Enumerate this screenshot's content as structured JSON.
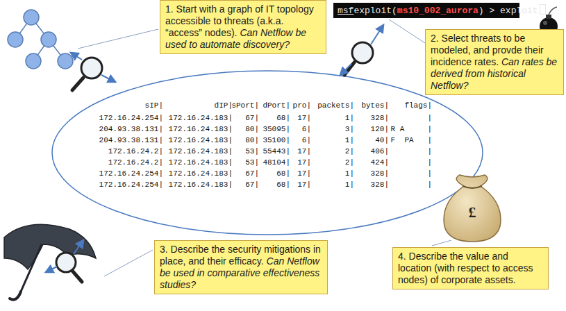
{
  "diagram": {
    "nodes": [
      {
        "text": [
          "1. Start with a graph of IT topology accessible to threats (a.k.a. “access” nodes).",
          "Can Netflow be used to automate discovery?"
        ]
      },
      {
        "text": [
          "2. Select threats to be modeled, and provde their incidence rates.",
          "Can rates be derived from historical Netflow?"
        ]
      },
      {
        "text": [
          "3. Describe the security mitigations in place, and their efficacy.",
          "Can Netflow be used in comparative effectiveness studies?"
        ]
      },
      {
        "text": [
          "4. Describe the value and location (with respect to access nodes) of corporate assets."
        ]
      }
    ],
    "labels": [
      "msf",
      "exploit(",
      "ms10_002_aurora",
      ") > exploit",
      "sIP|",
      "dIP|",
      "sPort|",
      "dPort|",
      "pro|",
      "packets|",
      "bytes|",
      "flags|",
      "172.16.24.254|",
      "172.16.24.183|",
      "67|",
      "68|",
      "17|",
      "1|",
      "328|",
      "|",
      "204.93.38.131|",
      "172.16.24.183|",
      "80|",
      "35095|",
      "6|",
      "3|",
      "120|",
      "R A     |",
      "204.93.38.131|",
      "172.16.24.183|",
      "80|",
      "35100|",
      "6|",
      "1|",
      "40|",
      "F  PA   |",
      "172.16.24.2|",
      "172.16.24.183|",
      "53|",
      "55443|",
      "17|",
      "2|",
      "406|",
      "|",
      "172.16.24.2|",
      "172.16.24.183|",
      "53|",
      "48104|",
      "17|",
      "2|",
      "424|",
      "|",
      "172.16.24.254|",
      "172.16.24.183|",
      "67|",
      "68|",
      "17|",
      "1|",
      "328|",
      "|",
      "172.16.24.254|",
      "172.16.24.183|",
      "67|",
      "68|",
      "17|",
      "1|",
      "328|",
      "|",
      "£"
    ]
  }
}
